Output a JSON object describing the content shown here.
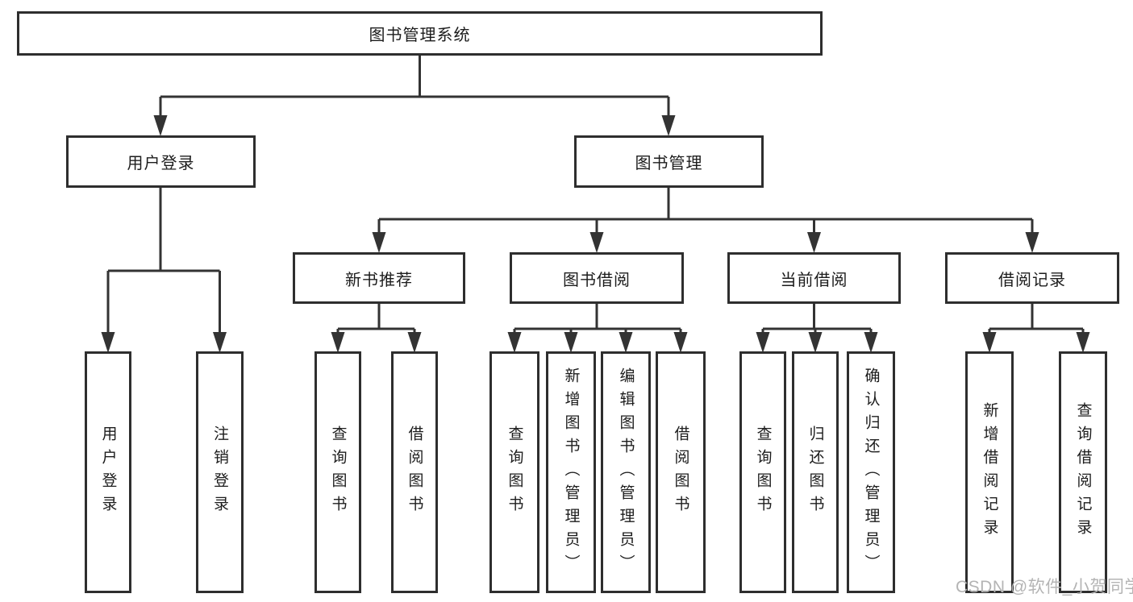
{
  "colors": {
    "line": "#333333",
    "box_border": "#2e2e2e",
    "text": "#1c1c1c",
    "watermark": "#b4b4b4",
    "background": "#ffffff"
  },
  "watermark": "CSDN @软件_小贺同学",
  "tree": {
    "label": "图书管理系统",
    "children": [
      {
        "label": "用户登录",
        "children": [
          {
            "label": "用户登录"
          },
          {
            "label": "注销登录"
          }
        ]
      },
      {
        "label": "图书管理",
        "children": [
          {
            "label": "新书推荐",
            "children": [
              {
                "label": "查询图书"
              },
              {
                "label": "借阅图书"
              }
            ]
          },
          {
            "label": "图书借阅",
            "children": [
              {
                "label": "查询图书"
              },
              {
                "label": "新增图书（管理员）"
              },
              {
                "label": "编辑图书（管理员）"
              },
              {
                "label": "借阅图书"
              }
            ]
          },
          {
            "label": "当前借阅",
            "children": [
              {
                "label": "查询图书"
              },
              {
                "label": "归还图书"
              },
              {
                "label": "确认归还（管理员）"
              }
            ]
          },
          {
            "label": "借阅记录",
            "children": [
              {
                "label": "新增借阅记录"
              },
              {
                "label": "查询借阅记录"
              }
            ]
          }
        ]
      }
    ]
  }
}
